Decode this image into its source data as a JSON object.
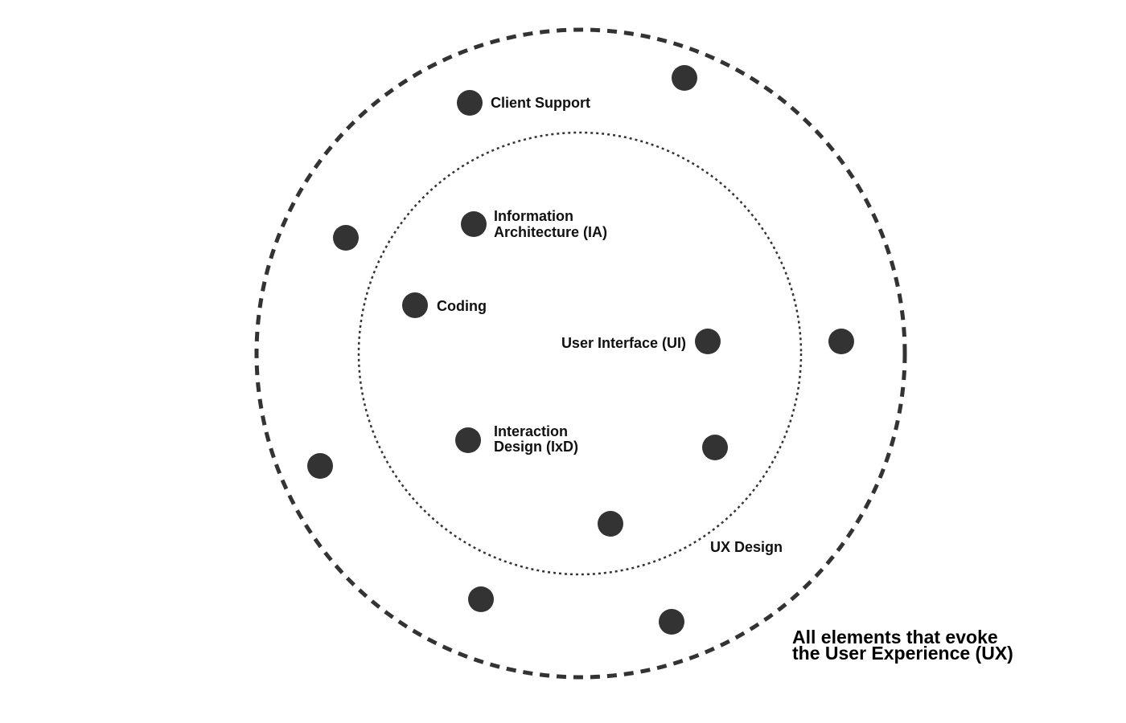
{
  "colors": {
    "ink": "#333333",
    "text": "#111111",
    "background": "#ffffff"
  },
  "rings": {
    "outer": {
      "style": "dashed-thick",
      "label": ""
    },
    "inner": {
      "style": "dotted-thin",
      "label": "UX Design"
    }
  },
  "nodes": {
    "client_support": {
      "label": "Client Support",
      "region": "outer"
    },
    "information_architecture": {
      "label_line1": "Information",
      "label_line2": "Architecture (IA)",
      "region": "inner"
    },
    "coding": {
      "label": "Coding",
      "region": "inner"
    },
    "user_interface": {
      "label": "User Interface (UI)",
      "region": "inner"
    },
    "interaction_design": {
      "label_line1": "Interaction",
      "label_line2": "Design (IxD)",
      "region": "inner"
    }
  },
  "caption": {
    "line1": "All elements that evoke",
    "line2": "the User Experience (UX)"
  }
}
